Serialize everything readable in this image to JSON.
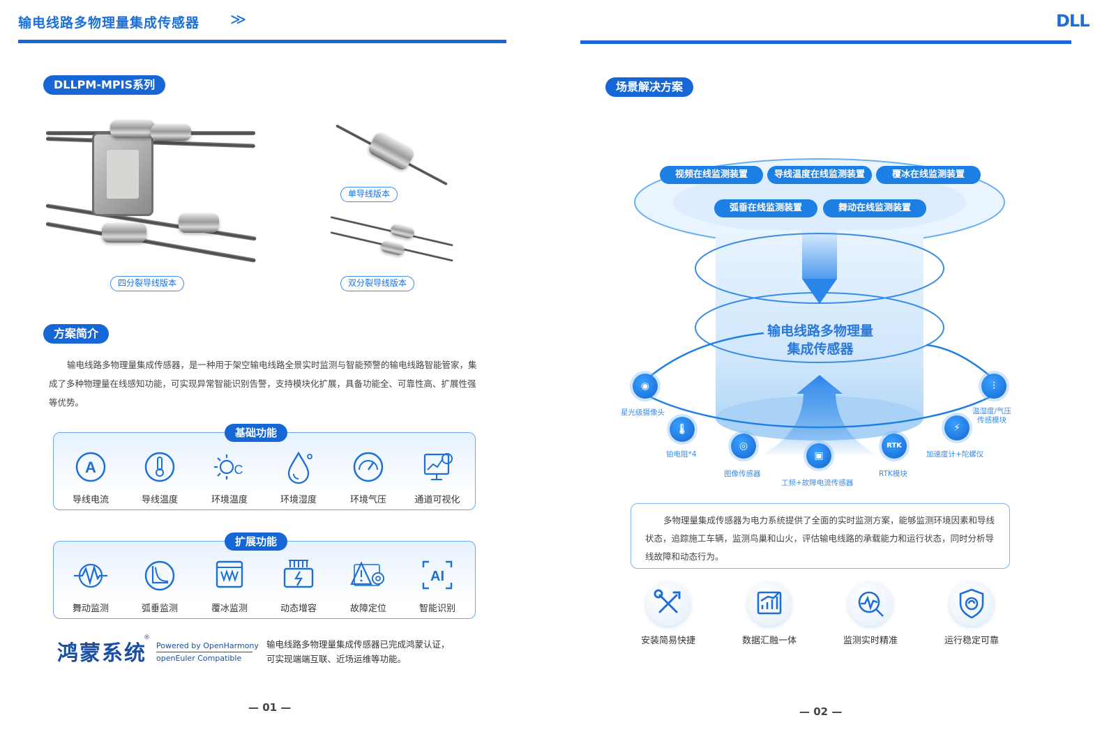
{
  "left_page": {
    "header_title": "输电线路多物理量集成传感器",
    "header_chevron": "≫",
    "series_pill": "DLLPM-MPIS系列",
    "product_labels": {
      "single": "单导线版本",
      "quad": "四分裂导线版本",
      "dual": "双分裂导线版本"
    },
    "intro_pill": "方案简介",
    "intro_text": "输电线路多物理量集成传感器，是一种用于架空输电线路全景实时监测与智能预警的输电线路智能管家，集成了多种物理量在线感知功能，可实现异常智能识别告警，支持模块化扩展，具备功能全、可靠性高、扩展性强等优势。",
    "basic": {
      "title": "基础功能",
      "items": [
        "导线电流",
        "导线温度",
        "环境温度",
        "环境湿度",
        "环境气压",
        "通道可视化"
      ]
    },
    "extended": {
      "title": "扩展功能",
      "items": [
        "舞动监测",
        "弧垂监测",
        "覆冰监测",
        "动态增容",
        "故障定位",
        "智能识别"
      ]
    },
    "harmony": {
      "logo": "鸿蒙系统",
      "reg": "®",
      "powered": "Powered by OpenHarmony",
      "compat": "openEuler Compatible",
      "text_line1": "输电线路多物理量集成传感器已完成鸿蒙认证，",
      "text_line2": "可实现端端互联、近场运维等功能。"
    },
    "page_number": "— 01 —"
  },
  "right_page": {
    "brand": "DLL",
    "scene_pill": "场景解决方案",
    "top_devices": [
      "视频在线监测装置",
      "导线温度在线监测装置",
      "覆冰在线监测装置",
      "弧垂在线监测装置",
      "舞动在线监测装置"
    ],
    "core_title_line1": "输电线路多物理量",
    "core_title_line2": "集成传感器",
    "ring_nodes": {
      "camera": "星光级摄像头",
      "pt": "铂电阻*4",
      "image": "图像传感器",
      "current": "工频+故障电流传感器",
      "rtk": "RTK模块",
      "rtk_badge": "RTK",
      "accel": "加速度计+陀螺仪",
      "thp": "温湿度/气压\n传感模块"
    },
    "description": "多物理量集成传感器为电力系统提供了全面的实时监测方案，能够监测环境因素和导线状态，追踪施工车辆，监测鸟巢和山火，评估输电线路的承载能力和运行状态，同时分析导线故障和动态行为。",
    "benefits": [
      "安装简易快捷",
      "数据汇融一体",
      "监测实时精准",
      "运行稳定可靠"
    ],
    "page_number": "— 02 —"
  },
  "colors": {
    "brand_blue": "#1766d6",
    "light_blue": "#e6f1fd",
    "accent": "#1c7fe3"
  }
}
